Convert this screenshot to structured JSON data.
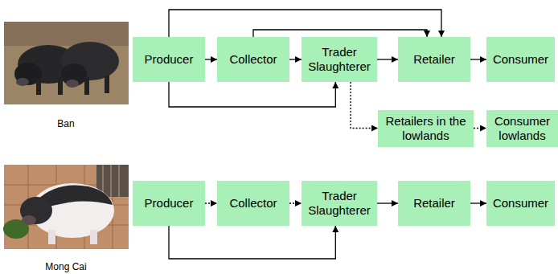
{
  "diagram": {
    "nodes": [
      {
        "text": [
          "Producer"
        ]
      },
      {
        "text": [
          "Collector"
        ]
      },
      {
        "text": [
          "Trader Slaughterer"
        ]
      },
      {
        "text": [
          "Retailer"
        ]
      },
      {
        "text": [
          "Consumer"
        ]
      },
      {
        "text": [
          "Retailers in the lowlands"
        ]
      },
      {
        "text": [
          "Consumer lowlands"
        ]
      },
      {
        "text": [
          "Producer"
        ]
      },
      {
        "text": [
          "Collector"
        ]
      },
      {
        "text": [
          "Trader Slaughterer"
        ]
      },
      {
        "text": [
          "Retailer"
        ]
      },
      {
        "text": [
          "Consumer"
        ]
      }
    ],
    "edges": [
      {
        "from": 0,
        "to": 1,
        "arrow": "to"
      },
      {
        "from": 1,
        "to": 2,
        "arrow": "to"
      },
      {
        "from": 2,
        "to": 3,
        "arrow": "to"
      },
      {
        "from": 3,
        "to": 4,
        "arrow": "to"
      },
      {
        "from": 0,
        "to": 3,
        "arrow": "to"
      },
      {
        "from": 1,
        "to": 3,
        "arrow": "to"
      },
      {
        "from": 0,
        "to": 2,
        "arrow": "to"
      },
      {
        "from": 2,
        "to": 5,
        "arrow": "to"
      },
      {
        "from": 5,
        "to": 6,
        "arrow": "to"
      },
      {
        "from": 7,
        "to": 8,
        "arrow": "to"
      },
      {
        "from": 8,
        "to": 9,
        "arrow": "to"
      },
      {
        "from": 9,
        "to": 10,
        "arrow": "to"
      },
      {
        "from": 10,
        "to": 11,
        "arrow": "to"
      },
      {
        "from": 7,
        "to": 9,
        "arrow": "to"
      }
    ],
    "labels": [
      "Ban",
      "Mong Cai"
    ]
  }
}
